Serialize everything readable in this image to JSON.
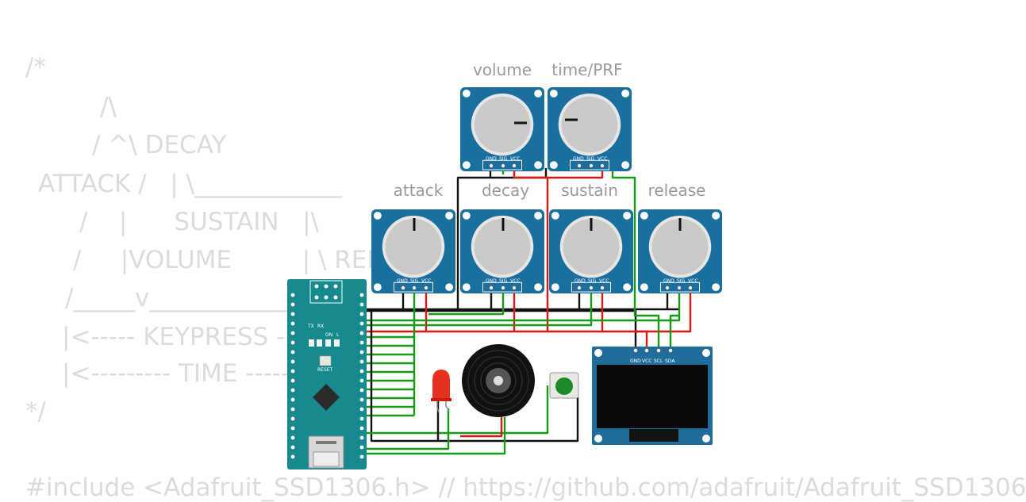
{
  "comment": {
    "open": "/*",
    "line1": "/\\",
    "line2": "/ ^\\ DECAY",
    "line3": "ATTACK /   | \\____________",
    "line4": "/    |      SUSTAIN   |\\",
    "line5": "/     |VOLUME         | \\ RELE",
    "line6": "/_____v______________",
    "line7": "|<----- KEYPRESS ----",
    "line8": "|<--------- TIME --------",
    "close": "*/"
  },
  "include_line": "#include <Adafruit_SSD1306.h> // https://github.com/adafruit/Adafruit_SSD1306",
  "pot_labels": {
    "volume": "volume",
    "time": "time/PRF",
    "attack": "attack",
    "decay": "decay",
    "sustain": "sustain",
    "release": "release"
  },
  "pot_pins": {
    "gnd": "GND",
    "sig": "SIG",
    "vcc": "VCC"
  },
  "oled_pins": {
    "gnd": "GND",
    "vcc": "VCC",
    "scl": "SCL",
    "sda": "SDA"
  },
  "arduino": {
    "reset": "RESET",
    "tx": "TX",
    "rx": "RX",
    "on": "ON",
    "l": "L"
  },
  "colors": {
    "board_blue": "#1f6d9b",
    "pot_blue": "#1a6f9e",
    "arduino_teal": "#178a8f",
    "wire_black": "#111111",
    "wire_red": "#e01515",
    "wire_green": "#189a18"
  }
}
